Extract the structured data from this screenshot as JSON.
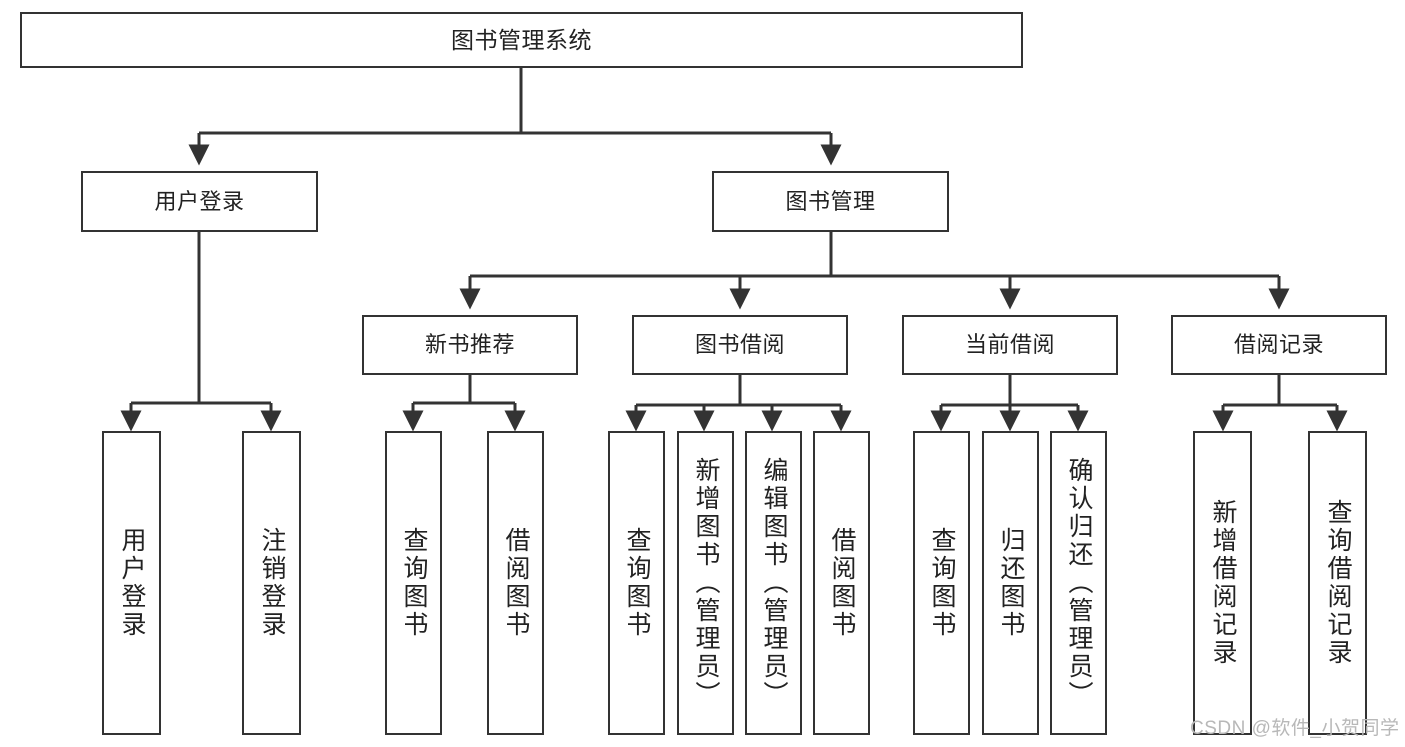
{
  "diagram": {
    "title": "图书管理系统",
    "type": "tree-hierarchy-diagram",
    "colors": {
      "box_border": "#333333",
      "box_fill": "#ffffff",
      "edge": "#333333",
      "text": "#222222",
      "watermark": "#b8b8b8",
      "background": "#ffffff"
    },
    "root": {
      "label": "图书管理系统"
    },
    "level2": [
      {
        "label": "用户登录"
      },
      {
        "label": "图书管理"
      }
    ],
    "level3": [
      {
        "label": "新书推荐"
      },
      {
        "label": "图书借阅"
      },
      {
        "label": "当前借阅"
      },
      {
        "label": "借阅记录"
      }
    ],
    "leaves": {
      "user_login": [
        {
          "label": "用户登录"
        },
        {
          "label": "注销登录"
        }
      ],
      "new_book_recommend": [
        {
          "label": "查询图书"
        },
        {
          "label": "借阅图书"
        }
      ],
      "book_borrow": [
        {
          "label": "查询图书"
        },
        {
          "label": "新增图书（管理员）"
        },
        {
          "label": "编辑图书（管理员）"
        },
        {
          "label": "借阅图书"
        }
      ],
      "current_borrow": [
        {
          "label": "查询图书"
        },
        {
          "label": "归还图书"
        },
        {
          "label": "确认归还（管理员）"
        }
      ],
      "borrow_record": [
        {
          "label": "新增借阅记录"
        },
        {
          "label": "查询借阅记录"
        }
      ]
    },
    "watermark": "CSDN @软件_小贺同学"
  }
}
